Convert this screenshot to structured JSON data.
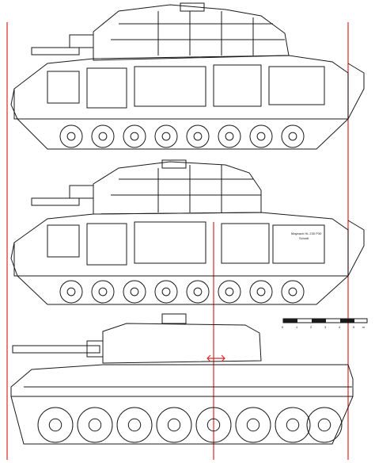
{
  "figure": {
    "views": [
      {
        "id": "cutaway-top"
      },
      {
        "id": "cutaway-middle"
      },
      {
        "id": "side-elevation"
      }
    ],
    "scale_bar": {
      "ticks": [
        "0",
        "1",
        "2",
        "3",
        "4",
        "5"
      ],
      "unit": "m"
    },
    "engine_bay_caption": "Maybach HL 230 P30",
    "engine_bay_caption_2": "Schnitt",
    "colors": {
      "ink": "#1a1a1a",
      "guide_line": "#d82a2a",
      "background": "#ffffff"
    }
  }
}
